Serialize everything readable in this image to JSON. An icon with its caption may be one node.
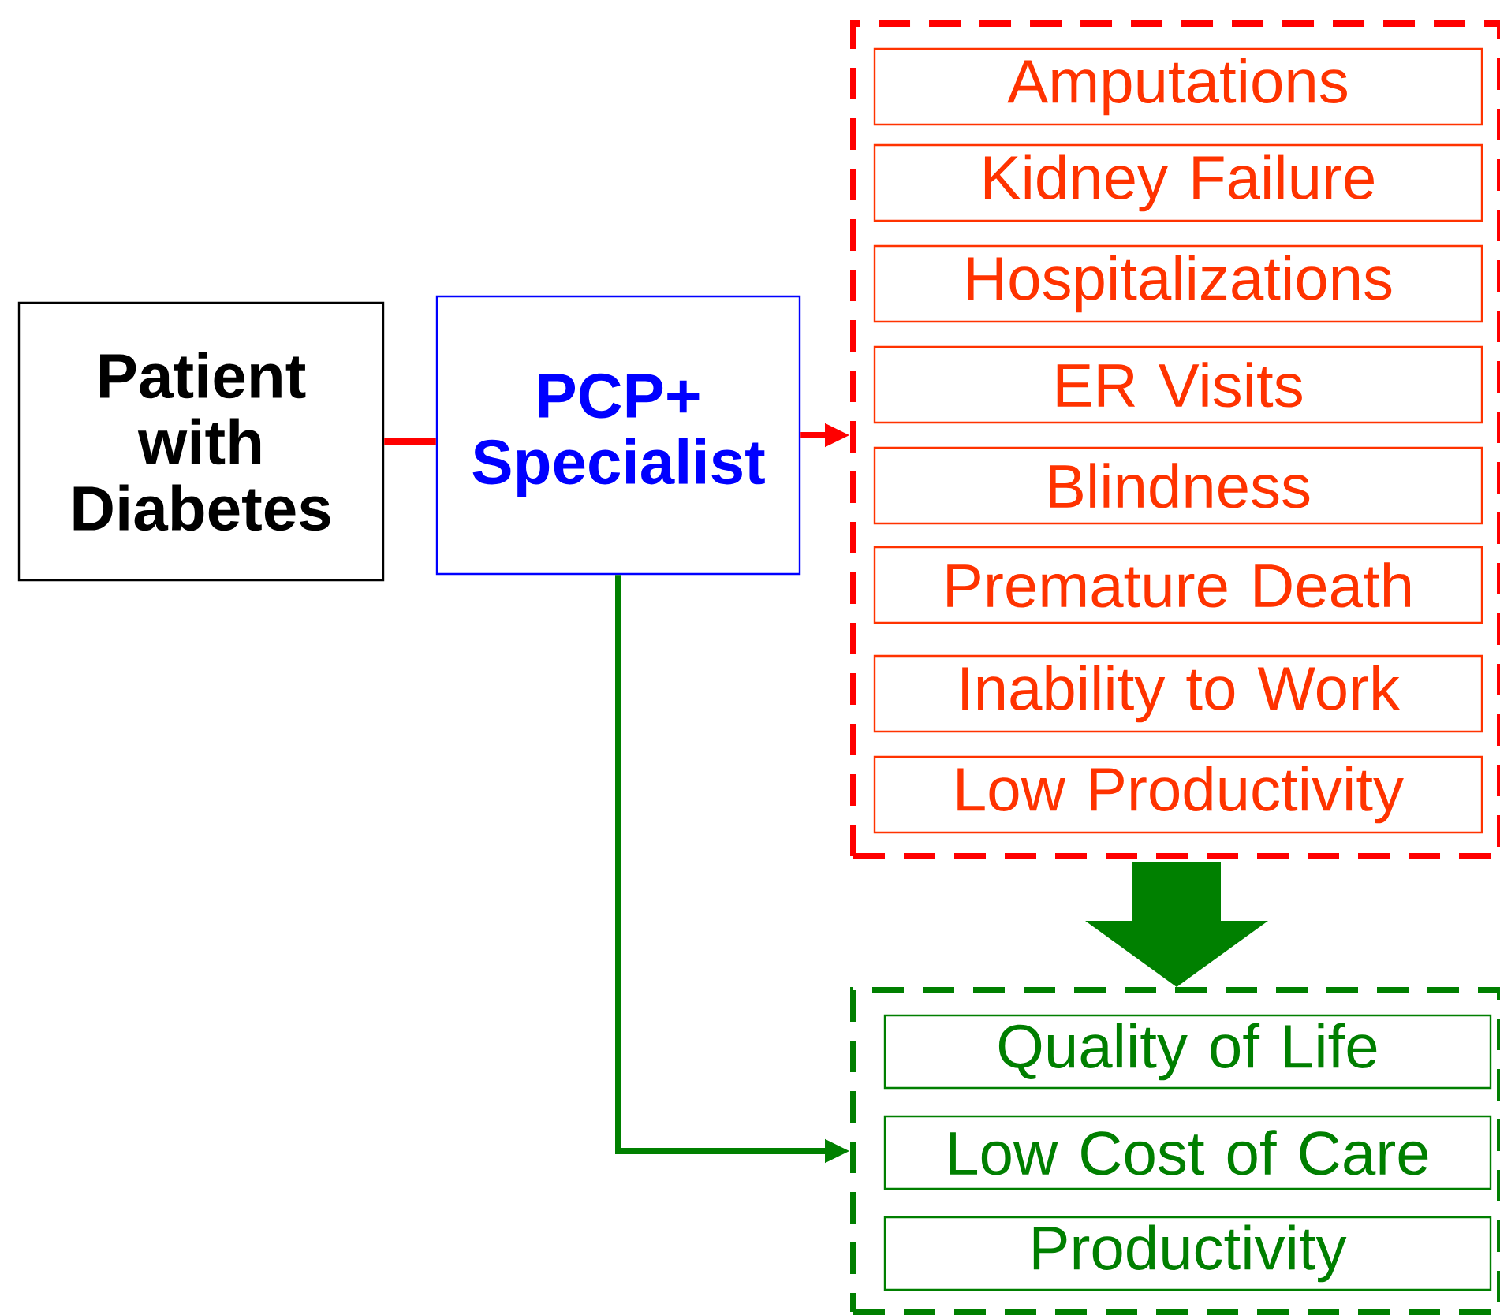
{
  "diagram": {
    "nodes": [
      {
        "text": [
          "Patient with Diabetes"
        ]
      },
      {
        "text": [
          "PCP+ Specialist"
        ]
      },
      {
        "text": [],
        "shape": "box"
      },
      {
        "text": [
          "Amputations"
        ],
        "in": 2
      },
      {
        "text": [
          "Kidney Failure"
        ],
        "in": 2
      },
      {
        "text": [
          "Hospitalizations"
        ],
        "in": 2
      },
      {
        "text": [
          "ER Visits"
        ],
        "in": 2
      },
      {
        "text": [
          "Blindness"
        ],
        "in": 2
      },
      {
        "text": [
          "Premature Death"
        ],
        "in": 2
      },
      {
        "text": [
          "Inability to Work"
        ],
        "in": 2
      },
      {
        "text": [
          "Low Productivity"
        ],
        "in": 2
      },
      {
        "text": [],
        "shape": "box"
      },
      {
        "text": [
          "Quality of Life"
        ],
        "in": 11
      },
      {
        "text": [
          "Low Cost of Care"
        ],
        "in": 11
      },
      {
        "text": [
          "Productivity"
        ],
        "in": 11
      }
    ],
    "edges": [
      {
        "from": 0,
        "to": 1,
        "arrow": "none",
        "color": "#ff0000"
      },
      {
        "from": 1,
        "to": 2,
        "arrow": "to",
        "color": "#ff0000"
      },
      {
        "from": 2,
        "to": 11,
        "arrow": "to",
        "style": "thick",
        "color": "#008000"
      },
      {
        "from": 1,
        "to": 11,
        "arrow": "to",
        "color": "#008000"
      }
    ]
  }
}
